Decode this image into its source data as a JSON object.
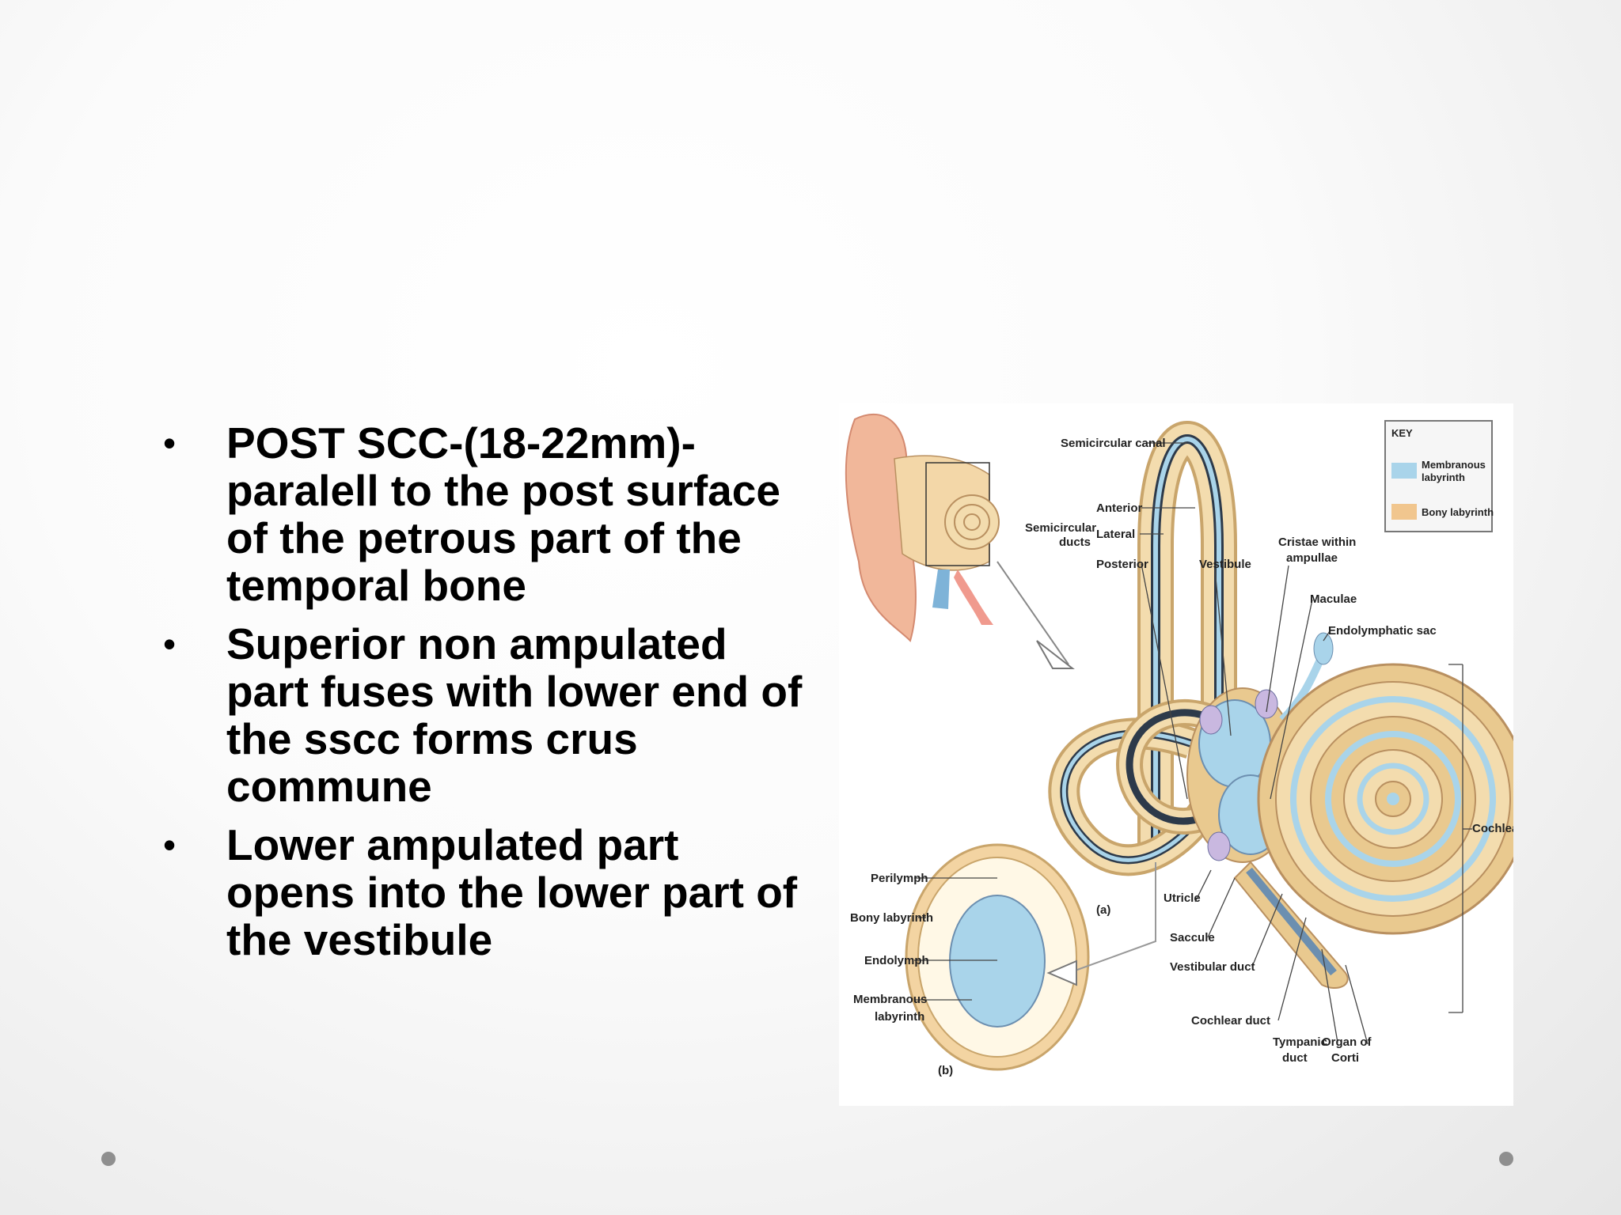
{
  "bullets": [
    "POST SCC-(18-22mm)-paralell to the post surface of the petrous part of the temporal bone",
    "Superior non ampulated part fuses with lower end of the sscc forms crus commune",
    "Lower ampulated part opens into the lower part of the vestibule"
  ],
  "bullet_symbol": "•",
  "figure": {
    "labels": {
      "semicircular_canal": "Semicircular canal",
      "semicircular_ducts_1": "Semicircular",
      "semicircular_ducts_2": "ducts",
      "anterior": "Anterior",
      "lateral": "Lateral",
      "posterior": "Posterior",
      "vestibule": "Vestibule",
      "cristae_1": "Cristae within",
      "cristae_2": "ampullae",
      "maculae": "Maculae",
      "endolymphatic_sac": "Endolymphatic sac",
      "cochlea": "Cochlea",
      "utricle": "Utricle",
      "saccule": "Saccule",
      "vestibular_duct": "Vestibular duct",
      "cochlear_duct": "Cochlear duct",
      "tympanic_duct_1": "Tympanic",
      "tympanic_duct_2": "duct",
      "organ_corti_1": "Organ of",
      "organ_corti_2": "Corti",
      "perilymph": "Perilymph",
      "bony_labyrinth": "Bony labyrinth",
      "endolymph": "Endolymph",
      "membranous_1": "Membranous",
      "membranous_2": "labyrinth",
      "panel_a": "(a)",
      "panel_b": "(b)"
    },
    "key": {
      "title": "KEY",
      "membranous_1": "Membranous",
      "membranous_2": "labyrinth",
      "bony": "Bony labyrinth",
      "membranous_color": "#a9d4ea",
      "bony_color": "#f1c68e"
    }
  }
}
